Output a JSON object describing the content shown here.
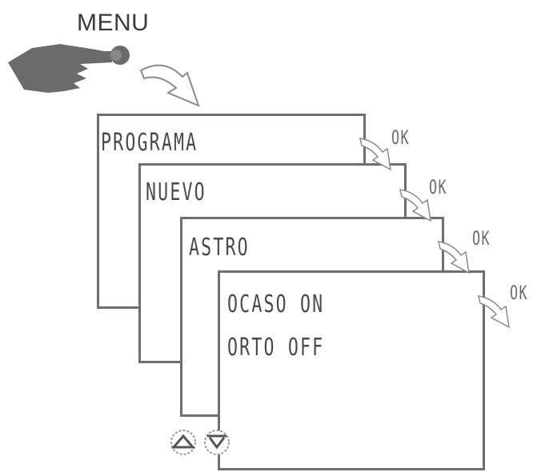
{
  "diagram": {
    "menu_label": "MENU",
    "screens": [
      {
        "title": "PROGRAMA",
        "ok_label": "OK"
      },
      {
        "title": "NUEVO",
        "ok_label": "OK"
      },
      {
        "title": "ASTRO",
        "ok_label": "OK"
      },
      {
        "line1": "OCASO ON",
        "line2": "ORTO OFF",
        "ok_label": "OK"
      }
    ],
    "nav_buttons": [
      "up-arrow",
      "down-arrow"
    ],
    "colors": {
      "line": "#6e6e6e",
      "hand": "#6b6b6b",
      "text": "#4a4a4a"
    }
  }
}
